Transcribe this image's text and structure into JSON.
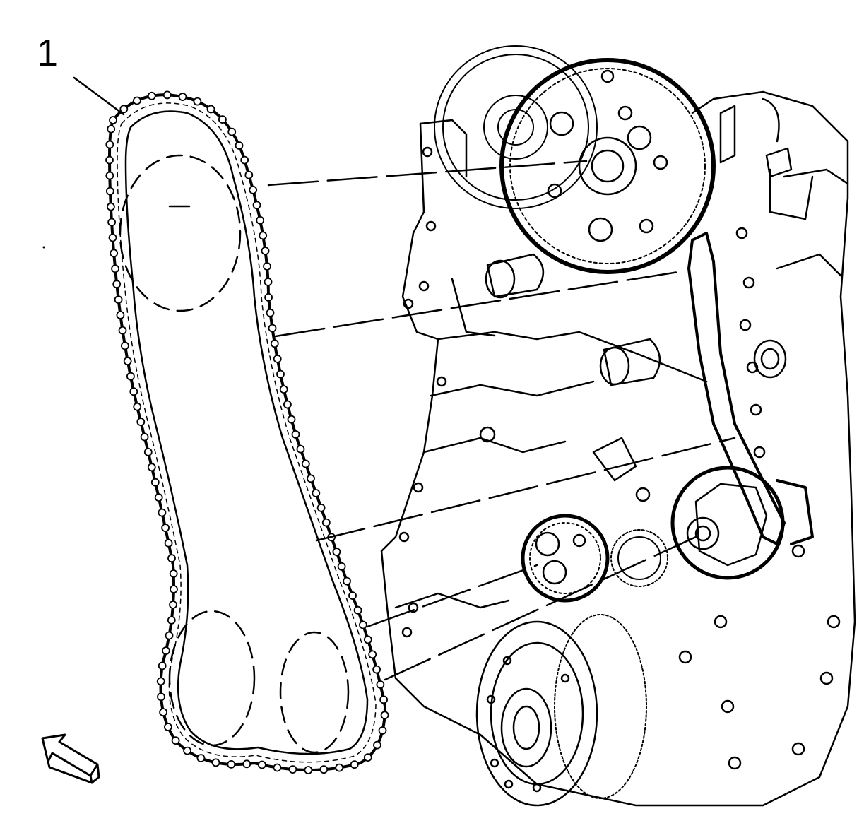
{
  "diagram": {
    "callouts": [
      {
        "label": "1",
        "refers_to": "timing-chain"
      }
    ],
    "components": [
      "timing-chain",
      "intake-camshaft-sprocket",
      "exhaust-camshaft-sprocket",
      "chain-guide",
      "chain-tensioner-shoe",
      "balance-shaft-sprocket",
      "crankshaft-sprocket",
      "engine-front-cover-block"
    ],
    "direction_arrow": "front-of-engine",
    "colors": {
      "line": "#000000",
      "background": "#ffffff"
    }
  }
}
